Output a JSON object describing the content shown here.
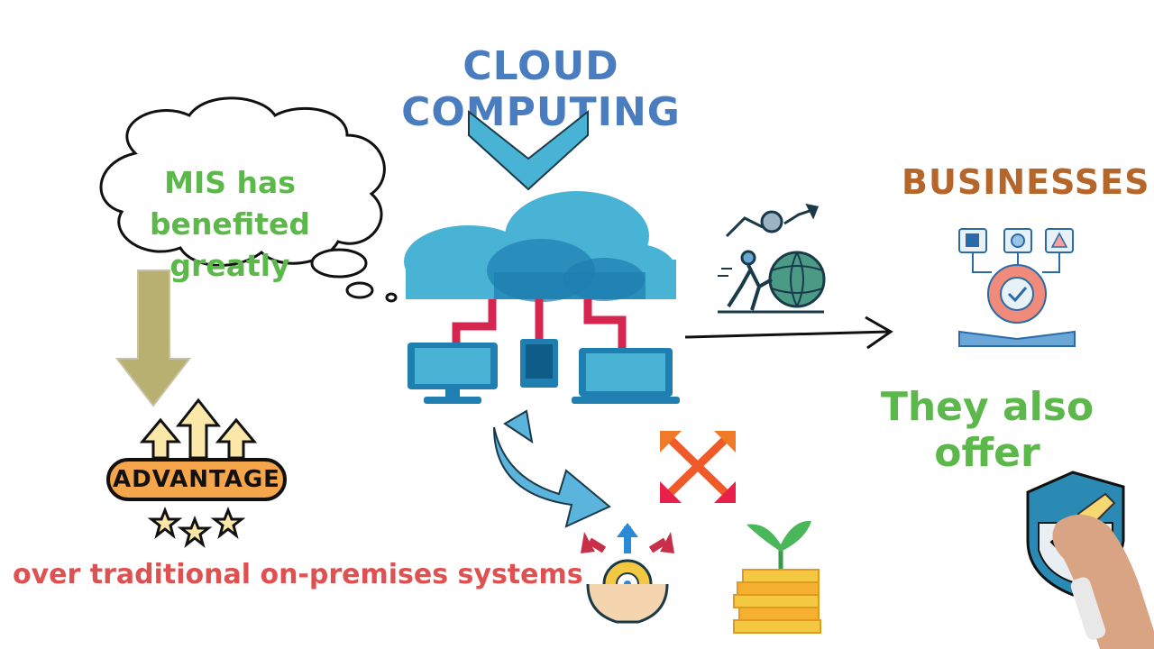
{
  "header": {
    "title": "CLOUD COMPUTING"
  },
  "thought_bubble": {
    "text": "MIS has benefited greatly"
  },
  "advantage": {
    "badge_label": "ADVANTAGE",
    "caption": "over traditional on-premises systems"
  },
  "businesses": {
    "label": "BUSINESSES"
  },
  "offer": {
    "text": "They also offer"
  },
  "colors": {
    "title_blue": "#4a7cc0",
    "bubble_green": "#5cb84a",
    "caption_red": "#e05050",
    "businesses_brown": "#b5662a",
    "offer_green": "#5cb84a",
    "cloud_light": "#49b3d6",
    "cloud_dark": "#1e7fb0",
    "badge_orange": "#f5a54a",
    "arrow_olive": "#b8b070"
  },
  "icons": [
    "down-chevron-icon",
    "cloud-network-icon",
    "thought-bubble-icon",
    "down-arrow-icon",
    "advantage-arrows-icon",
    "stars-icon",
    "growth-effort-icon",
    "right-arrow-icon",
    "business-process-icon",
    "curved-arrow-icon",
    "expand-arrows-icon",
    "flexibility-icon",
    "money-growth-icon",
    "security-shield-icon",
    "drawing-hand-icon"
  ]
}
